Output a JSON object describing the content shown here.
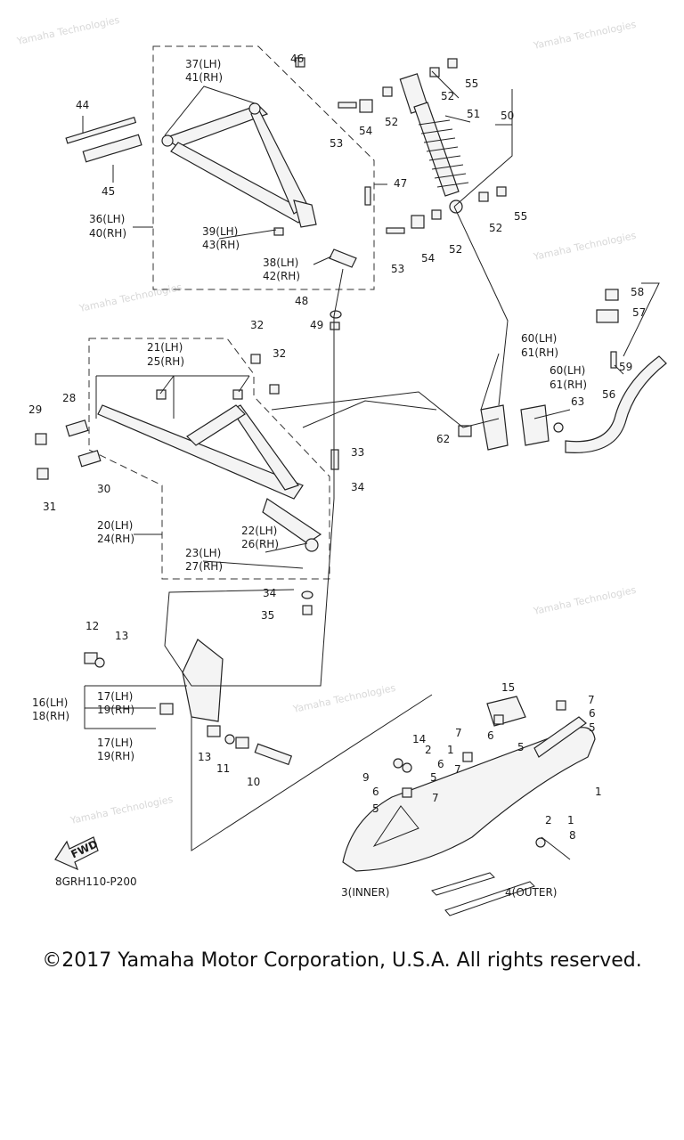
{
  "diagram": {
    "labels": [
      "46",
      "37(LH)",
      "41(RH)",
      "55",
      "52",
      "51",
      "50",
      "52",
      "54",
      "53",
      "44",
      "45",
      "47",
      "36(LH)",
      "40(RH)",
      "39(LH)",
      "43(RH)",
      "55",
      "52",
      "52",
      "54",
      "53",
      "38(LH)",
      "42(RH)",
      "58",
      "57",
      "48",
      "49",
      "32",
      "21(LH)",
      "25(RH)",
      "32",
      "60(LH)",
      "61(RH)",
      "59",
      "60(LH)",
      "61(RH)",
      "63",
      "56",
      "28",
      "29",
      "62",
      "33",
      "34",
      "30",
      "31",
      "22(LH)",
      "26(RH)",
      "20(LH)",
      "24(RH)",
      "23(LH)",
      "27(RH)",
      "34",
      "35",
      "12",
      "13",
      "15",
      "7",
      "6",
      "5",
      "16(LH)",
      "18(RH)",
      "17(LH)",
      "19(RH)",
      "7",
      "6",
      "5",
      "14",
      "2",
      "1",
      "7",
      "6",
      "5",
      "9",
      "6",
      "7",
      "5",
      "17(LH)",
      "19(RH)",
      "13",
      "11",
      "10",
      "1",
      "2",
      "1",
      "8",
      "3(INNER)",
      "4(OUTER)"
    ],
    "fwd_label": "FWD",
    "diagram_code": "8GRH110-P200",
    "watermark": "Yamaha Technologies"
  },
  "footer": {
    "copyright": "©2017 Yamaha Motor Corporation, U.S.A. All rights reserved."
  }
}
